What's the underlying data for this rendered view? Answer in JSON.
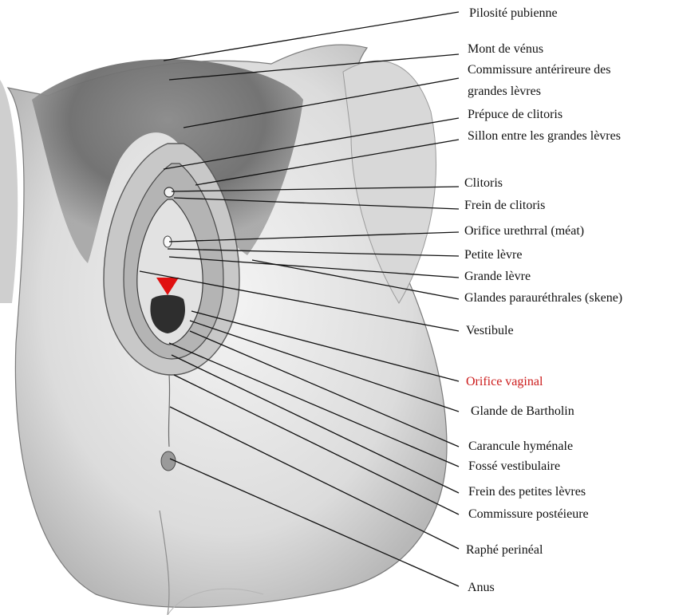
{
  "diagram": {
    "labels": [
      {
        "id": "pilosite",
        "text": "Pilosité  pubienne"
      },
      {
        "id": "mont",
        "text": "Mont de vénus"
      },
      {
        "id": "commissure_ant",
        "text": "Commissure antérireure des"
      },
      {
        "id": "commissure_ant2",
        "text": "grandes lèvres"
      },
      {
        "id": "prepuce",
        "text": "Prépuce de clitoris"
      },
      {
        "id": "sillon",
        "text": "Sillon entre les grandes lèvres"
      },
      {
        "id": "clitoris",
        "text": "Clitoris"
      },
      {
        "id": "frein_clitoris",
        "text": "Frein de clitoris"
      },
      {
        "id": "orifice_ur",
        "text": "Orifice urethrral (méat)"
      },
      {
        "id": "petite_levre",
        "text": "Petite lèvre"
      },
      {
        "id": "grande_levre",
        "text": "Grande lèvre"
      },
      {
        "id": "glandes_skene",
        "text": "Glandes parauréthrales (skene)"
      },
      {
        "id": "vestibule",
        "text": "Vestibule"
      },
      {
        "id": "orifice_vag",
        "text": "Orifice vaginal",
        "highlight": "#cc1a1a"
      },
      {
        "id": "bartholin",
        "text": "Glande de Bartholin"
      },
      {
        "id": "carancule",
        "text": "Carancule hyménale"
      },
      {
        "id": "fosse",
        "text": "Fossé vestibulaire"
      },
      {
        "id": "frein_pl",
        "text": "Frein des petites lèvres"
      },
      {
        "id": "commissure_post",
        "text": "Commissure postéieure"
      },
      {
        "id": "raphe",
        "text": "Raphé perinéal"
      },
      {
        "id": "anus",
        "text": "Anus"
      }
    ]
  }
}
